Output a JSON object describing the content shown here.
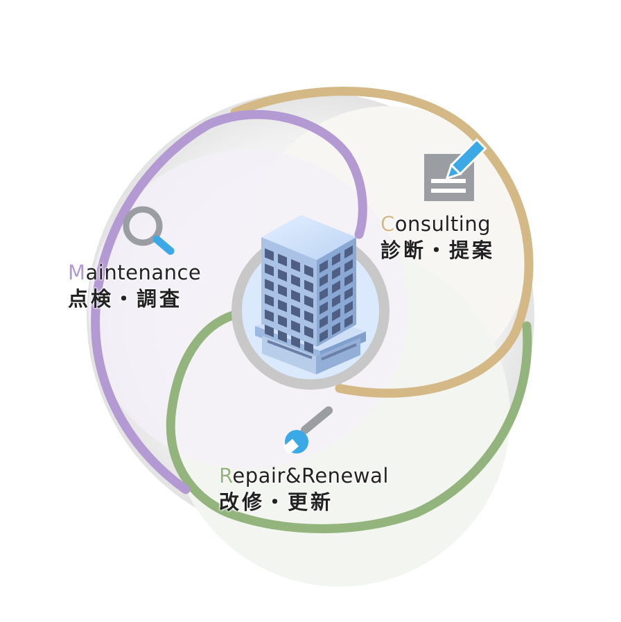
{
  "segments": [
    {
      "id": "maintenance",
      "initial": "M",
      "title_rest": "aintenance",
      "subtitle": "点検・調査",
      "color": "#b39ad2",
      "fill": "#f4f1f8",
      "icon": "magnifier-icon"
    },
    {
      "id": "consulting",
      "initial": "C",
      "title_rest": "onsulting",
      "subtitle": "診断・提案",
      "color": "#d4b987",
      "fill": "#f8f6f2",
      "icon": "document-pen-icon"
    },
    {
      "id": "repair",
      "initial": "R",
      "title_rest": "epair&Renewal",
      "subtitle": "改修・更新",
      "color": "#93b47c",
      "fill": "#f3f5f1",
      "icon": "wrench-icon"
    }
  ],
  "center": {
    "icon": "office-building-icon",
    "ring_color": "#c8c8c8",
    "disc_color": "#daeafc"
  },
  "icon_accent": "#3aa9e6",
  "icon_gray": "#9a9ea2"
}
